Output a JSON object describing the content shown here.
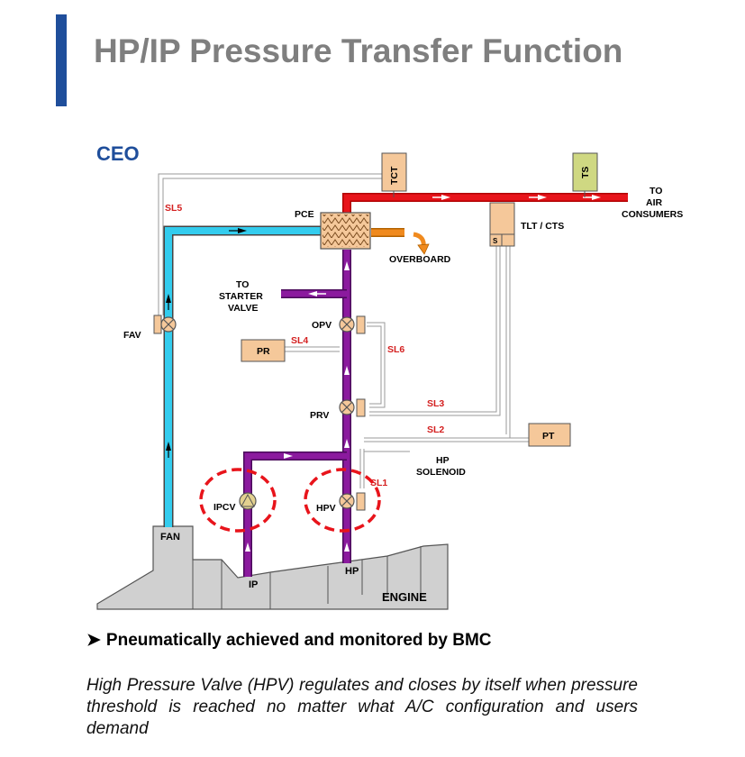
{
  "page": {
    "title": "HP/IP Pressure Transfer Function",
    "accent_color": "#1f4e9b",
    "title_color": "#7f7f7f"
  },
  "diagram": {
    "heading": "CEO",
    "labels": {
      "sl5": "SL5",
      "pce": "PCE",
      "tct": "TCT",
      "ts": "TS",
      "to_air_line1": "TO",
      "to_air_line2": "AIR",
      "to_air_line3": "CONSUMERS",
      "tlt_cts": "TLT / CTS",
      "s": "S",
      "overboard": "OVERBOARD",
      "to_starter_line1": "TO",
      "to_starter_line2": "STARTER",
      "to_starter_line3": "VALVE",
      "fav": "FAV",
      "opv": "OPV",
      "pr": "PR",
      "sl4": "SL4",
      "sl6": "SL6",
      "prv": "PRV",
      "sl3": "SL3",
      "sl2": "SL2",
      "pt": "PT",
      "hp_solenoid_line1": "HP",
      "hp_solenoid_line2": "SOLENOID",
      "sl1": "SL1",
      "ipcv": "IPCV",
      "hpv": "HPV",
      "fan": "FAN",
      "ip": "IP",
      "hp": "HP",
      "engine": "ENGINE"
    },
    "colors": {
      "hp_air": "#e8141b",
      "fan_air": "#33ccee",
      "bleed_air": "#8b1a9e",
      "overboard": "#f08a1e",
      "box_fill": "#f5c89a",
      "sensor_fill": "#e3d18f",
      "ts_fill": "#cfd882",
      "engine_fill": "#cfcfcf",
      "highlight": "#e8141b",
      "sense_line": "#bfbfbf"
    }
  },
  "bullet": {
    "text": "Pneumatically achieved and monitored by BMC"
  },
  "description": {
    "text": "High Pressure Valve (HPV) regulates and closes by itself when pressure threshold is reached no matter what A/C configuration and users demand"
  }
}
